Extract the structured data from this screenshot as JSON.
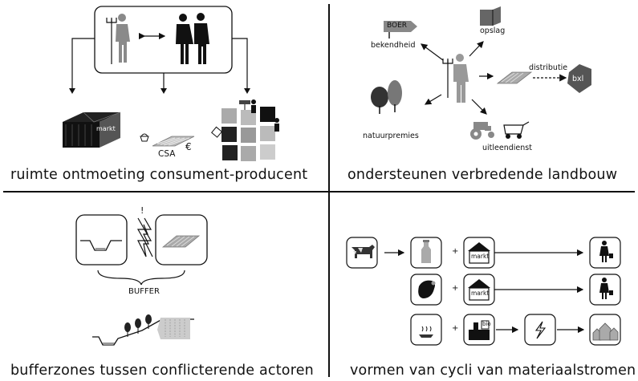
{
  "panels": {
    "top_left": {
      "caption": "ruimte ontmoeting consument-producent",
      "market_label": "markt",
      "csa_label": "CSA",
      "euro_label": "€"
    },
    "top_right": {
      "caption": "ondersteunen verbredende landbouw",
      "sign_label": "BOER",
      "bekendheid_label": "bekendheid",
      "opslag_label": "opslag",
      "distributie_label": "distributie",
      "bxl_label": "bxl",
      "natuurpremies_label": "natuurpremies",
      "uitleendienst_label": "uitleendienst"
    },
    "bottom_left": {
      "caption": "bufferzones tussen conflicterende actoren",
      "alert_label": "!",
      "buffer_label": "BUFFER"
    },
    "bottom_right": {
      "caption": "vormen van cycli van materiaalstromen",
      "plus_symbol": "+",
      "markt_label": "markt",
      "bio_label": "bio"
    }
  }
}
